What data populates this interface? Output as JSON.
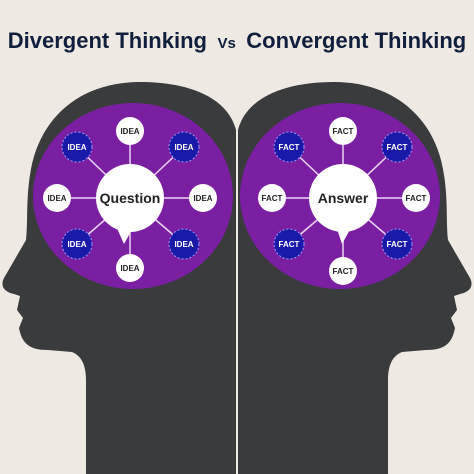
{
  "title": {
    "left": "Divergent Thinking",
    "vs": "Vs",
    "right": "Convergent Thinking"
  },
  "colors": {
    "background": "#efe9e3",
    "head": "#3a3b3d",
    "brain": "#7b1fa2",
    "blue_node": "#1a1aa8",
    "white_node": "#ffffff",
    "title": "#0f1f3d"
  },
  "divergent": {
    "center": "Question",
    "nodes": [
      "IDEA",
      "IDEA",
      "IDEA",
      "IDEA",
      "IDEA",
      "IDEA",
      "IDEA",
      "IDEA"
    ]
  },
  "convergent": {
    "center": "Answer",
    "nodes": [
      "FACT",
      "FACT",
      "FACT",
      "FACT",
      "FACT",
      "FACT",
      "FACT",
      "FACT"
    ]
  }
}
